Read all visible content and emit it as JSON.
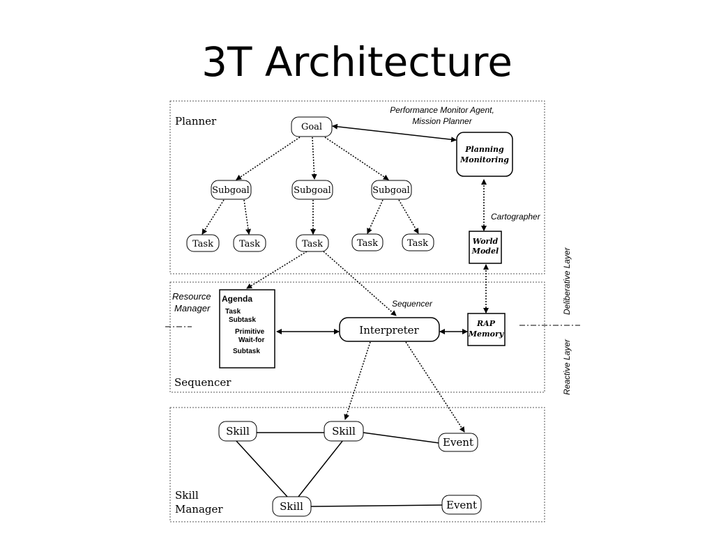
{
  "title": "3T Architecture",
  "colors": {
    "ink": "#000000",
    "frame": "#555555",
    "background": "#ffffff"
  },
  "panels": {
    "planner": "Planner",
    "sequencer": "Sequencer",
    "skill_manager_line1": "Skill",
    "skill_manager_line2": "Manager"
  },
  "annotations": {
    "performance_line1": "Performance Monitor Agent,",
    "performance_line2": "Mission Planner",
    "cartographer": "Cartographer",
    "resource_manager_line1": "Resource",
    "resource_manager_line2": "Manager",
    "sequencer_label": "Sequencer",
    "deliberative_layer": "Deliberative Layer",
    "reactive_layer": "Reactive Layer"
  },
  "nodes": {
    "goal": "Goal",
    "subgoal_1": "Subgoal",
    "subgoal_2": "Subgoal",
    "subgoal_3": "Subgoal",
    "task_1": "Task",
    "task_2": "Task",
    "task_3": "Task",
    "task_4": "Task",
    "task_5": "Task",
    "planning_line1": "Planning",
    "planning_line2": "Monitoring",
    "world_model_line1": "World",
    "world_model_line2": "Model",
    "rap_line1": "RAP",
    "rap_line2": "Memory",
    "interpreter": "Interpreter",
    "skill_1": "Skill",
    "skill_2": "Skill",
    "skill_3": "Skill",
    "event_1": "Event",
    "event_2": "Event"
  },
  "agenda": {
    "heading": "Agenda",
    "lines": [
      "Task",
      "Subtask",
      "Primitive",
      "Wait-for",
      "Subtask"
    ]
  }
}
